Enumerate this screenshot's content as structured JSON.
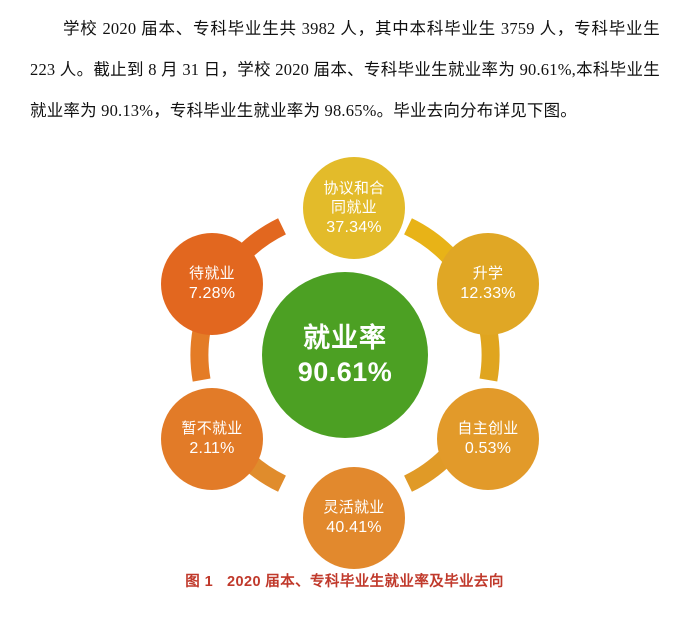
{
  "document": {
    "paragraph": "学校 2020 届本、专科毕业生共 3982 人，其中本科毕业生 3759 人，专科毕业生 223 人。截止到 8 月 31 日，学校 2020 届本、专科毕业生就业率为 90.61%,本科毕业生就业率为 90.13%，专科毕业生就业率为 98.65%。毕业去向分布详见下图。"
  },
  "caption": {
    "number": "图 1",
    "text": "2020 届本、专科毕业生就业率及毕业去向",
    "color": "#c0392b"
  },
  "chart_data": {
    "type": "pie",
    "title": "2020 届本、专科毕业生就业率及毕业去向",
    "center": {
      "label": "就业率",
      "value": "90.61%",
      "number": 90.61,
      "color": "#4ca023"
    },
    "categories": [
      "协议和合同就业",
      "升学",
      "自主创业",
      "灵活就业",
      "暂不就业",
      "待就业"
    ],
    "values": [
      37.34,
      12.33,
      0.53,
      40.41,
      2.11,
      7.28
    ],
    "segments": [
      {
        "label": "协议和合同就业",
        "display_label": "协议和合\n同就业",
        "value": 37.34,
        "value_text": "37.34%",
        "color": "#e3bb2a",
        "arc_color": "#e8b317"
      },
      {
        "label": "升学",
        "display_label": "升学",
        "value": 12.33,
        "value_text": "12.33%",
        "color": "#e0a725",
        "arc_color": "#e0a51f"
      },
      {
        "label": "自主创业",
        "display_label": "自主创业",
        "value": 0.53,
        "value_text": "0.53%",
        "color": "#e29a2a",
        "arc_color": "#e09a27"
      },
      {
        "label": "灵活就业",
        "display_label": "灵活就业",
        "value": 40.41,
        "value_text": "40.41%",
        "color": "#e2892d",
        "arc_color": "#e08c2c"
      },
      {
        "label": "暂不就业",
        "display_label": "暂不就业",
        "value": 2.11,
        "value_text": "2.11%",
        "color": "#e27b28",
        "arc_color": "#e47c26"
      },
      {
        "label": "待就业",
        "display_label": "待就业",
        "value": 7.28,
        "value_text": "7.28%",
        "color": "#e2671f",
        "arc_color": "#e2671f"
      }
    ],
    "legend": "none",
    "grid": false
  }
}
